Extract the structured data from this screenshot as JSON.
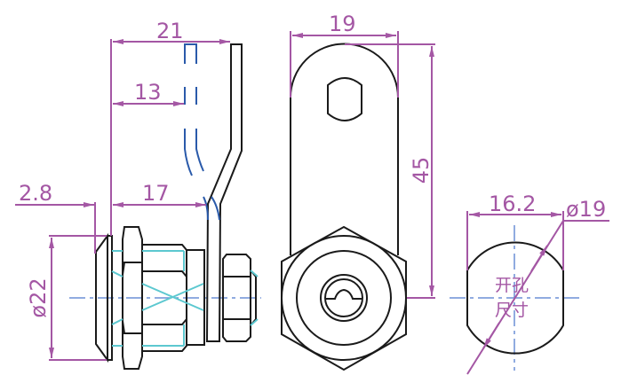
{
  "drawing": {
    "side_view": {
      "dim_total_length": "21",
      "dim_to_bend": "13",
      "dim_to_arm": "17",
      "dim_flange": "2.8",
      "dim_flange_diameter": "ø22"
    },
    "front_view": {
      "dim_width": "19",
      "dim_height": "45"
    },
    "panel_cutout": {
      "dim_flat_width": "16.2",
      "dim_diameter": "ø19",
      "label_line1": "开孔",
      "label_line2": "尺寸"
    },
    "colors": {
      "dimension": "#a457a4",
      "outline": "#1a1a1a",
      "hidden": "#2a5aaa",
      "centerline": "#6b8fd6",
      "thread": "#5cc8d0"
    }
  }
}
